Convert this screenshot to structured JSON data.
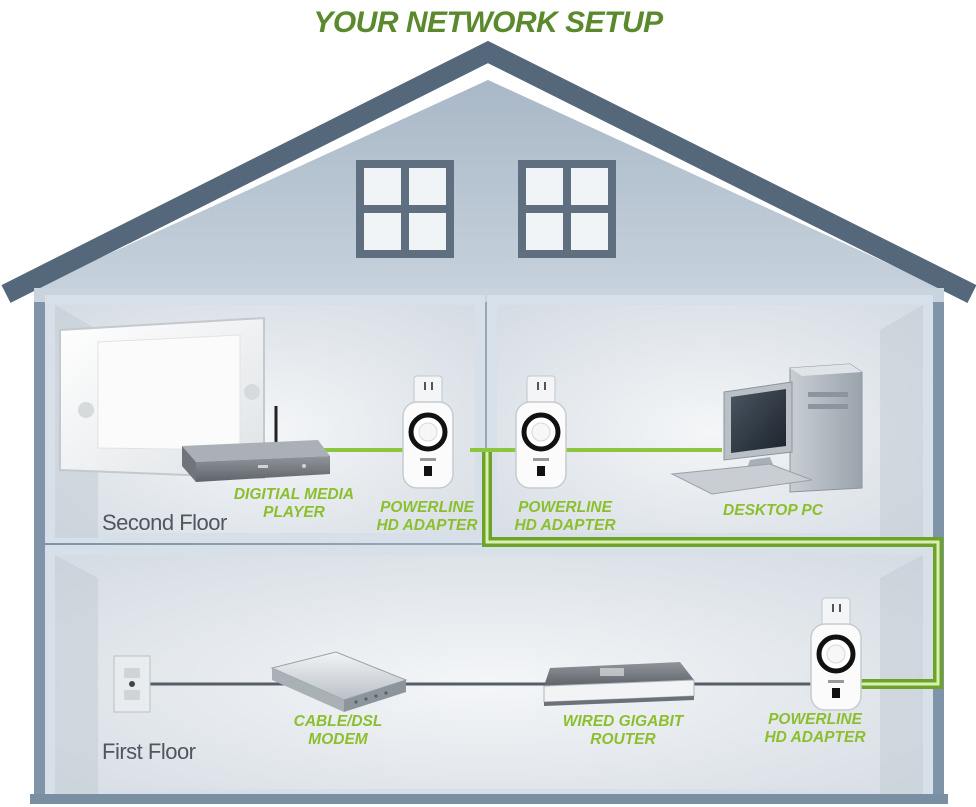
{
  "title": "YOUR NETWORK SETUP",
  "floors": {
    "second": "Second Floor",
    "first": "First Floor"
  },
  "devices": {
    "media_player": [
      "DIGITIAL MEDIA",
      "PLAYER"
    ],
    "adapter_2a": [
      "POWERLINE",
      "HD ADAPTER"
    ],
    "adapter_2b": [
      "POWERLINE",
      "HD ADAPTER"
    ],
    "desktop": [
      "DESKTOP PC"
    ],
    "modem": [
      "CABLE/DSL",
      "MODEM"
    ],
    "router": [
      "WIRED GIGABIT",
      "ROUTER"
    ],
    "adapter_1": [
      "POWERLINE",
      "HD ADAPTER"
    ]
  },
  "colors": {
    "title_green": "#5b8a2e",
    "label_green": "#8cbf2e",
    "powerline_green": "#8cc63f",
    "house_wall": "#8ea3b8",
    "roof": "#55687b",
    "room_fill": "#e6eaee"
  }
}
